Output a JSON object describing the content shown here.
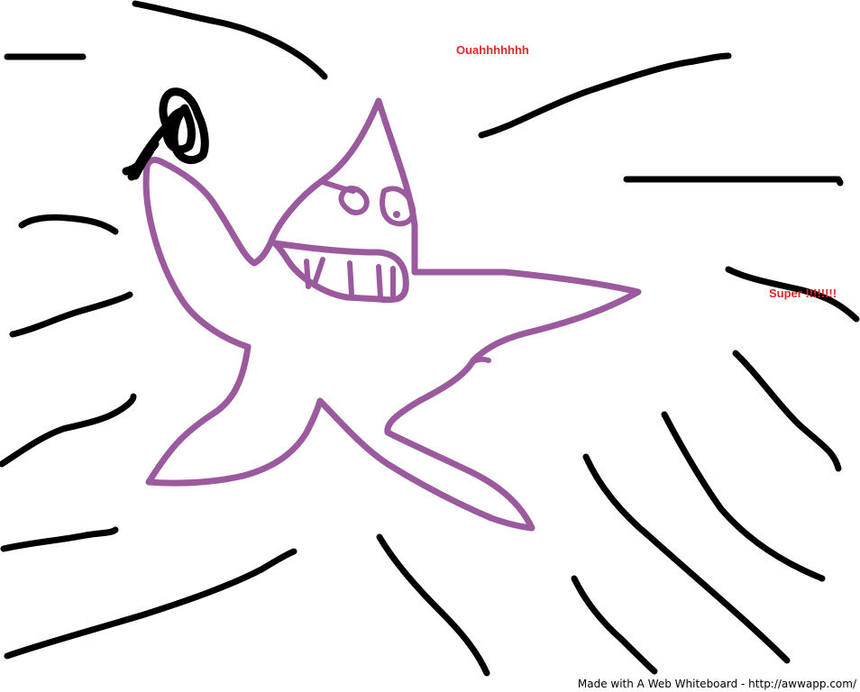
{
  "captions": {
    "top": "Ouahhhhhhh",
    "right": "Super !!!!!!!!"
  },
  "footer": {
    "watermark": "Made with A Web Whiteboard - http://awwapp.com/"
  },
  "colors": {
    "background": "#ffffff",
    "motion_lines": "#000000",
    "starfish": "#9b5a9e",
    "hair": "#000000",
    "caption_text": "#e8262a"
  }
}
